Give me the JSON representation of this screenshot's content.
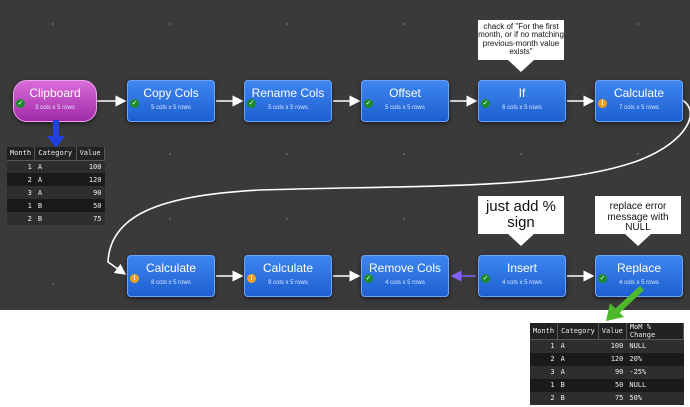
{
  "nodes": [
    {
      "id": "clipboard",
      "title": "Clipboard",
      "sub": "3 cols x 5 rows",
      "status": "ok"
    },
    {
      "id": "copy-cols",
      "title": "Copy Cols",
      "sub": "5 cols x 5 rows",
      "status": "ok"
    },
    {
      "id": "rename-cols",
      "title": "Rename Cols",
      "sub": "5 cols x 5 rows",
      "status": "ok"
    },
    {
      "id": "offset",
      "title": "Offset",
      "sub": "5 cols x 5 rows",
      "status": "ok"
    },
    {
      "id": "if",
      "title": "If",
      "sub": "6 cols x 5 rows",
      "status": "ok"
    },
    {
      "id": "calculate-1",
      "title": "Calculate",
      "sub": "7 cols x 5 rows",
      "status": "warn"
    },
    {
      "id": "calculate-2",
      "title": "Calculate",
      "sub": "8 cols x 5 rows",
      "status": "warn"
    },
    {
      "id": "calculate-3",
      "title": "Calculate",
      "sub": "9 cols x 5 rows",
      "status": "warn"
    },
    {
      "id": "remove-cols",
      "title": "Remove Cols",
      "sub": "4 cols x 5 rows",
      "status": "ok"
    },
    {
      "id": "insert",
      "title": "Insert",
      "sub": "4 cols x 5 rows",
      "status": "ok"
    },
    {
      "id": "replace",
      "title": "Replace",
      "sub": "4 cols x 5 rows",
      "status": "ok"
    }
  ],
  "badges": {
    "ok": "✓",
    "warn": "!"
  },
  "notes": {
    "if_note": "chack of \"For the first month, or if no matching previous-month value exists\"",
    "insert_note": "just add % sign",
    "replace_note": "replace error message with NULL"
  },
  "input_table": {
    "headers": [
      "Month",
      "Category",
      "Value"
    ],
    "rows": [
      [
        "1",
        "A",
        "100"
      ],
      [
        "2",
        "A",
        "120"
      ],
      [
        "3",
        "A",
        "90"
      ],
      [
        "1",
        "B",
        "50"
      ],
      [
        "2",
        "B",
        "75"
      ]
    ]
  },
  "output_table": {
    "headers": [
      "Month",
      "Category",
      "Value",
      "MoM % Change"
    ],
    "rows": [
      [
        "1",
        "A",
        "100",
        "NULL"
      ],
      [
        "2",
        "A",
        "120",
        "20%"
      ],
      [
        "3",
        "A",
        "90",
        "-25%"
      ],
      [
        "1",
        "B",
        "50",
        "NULL"
      ],
      [
        "2",
        "B",
        "75",
        "50%"
      ]
    ]
  },
  "colors": {
    "canvas": "#3a3a3a",
    "node": "#2d72e6",
    "clipboard": "#c04cc4",
    "ok": "#1b8a2a",
    "warn": "#f0a020",
    "arrow_blue": "#2040e0",
    "arrow_green": "#4cb82a"
  }
}
